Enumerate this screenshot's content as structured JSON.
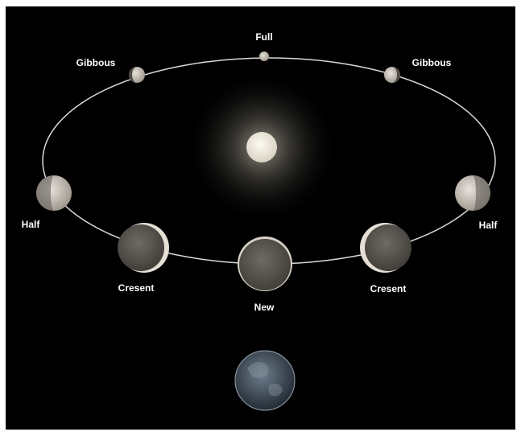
{
  "labels": {
    "full": "Full",
    "gibbous_left": "Gibbous",
    "gibbous_right": "Gibbous",
    "half_left": "Half",
    "half_right": "Half",
    "crescent_left": "Cresent",
    "crescent_right": "Cresent",
    "new": "New"
  },
  "colors": {
    "background": "#000000",
    "orbit": "#d9d9d9",
    "label": "#ffffff",
    "sun": "#f2ede2",
    "moon_lit": "#cfc8bf",
    "moon_dark": "#5c5852",
    "earth": "#3a4552"
  }
}
